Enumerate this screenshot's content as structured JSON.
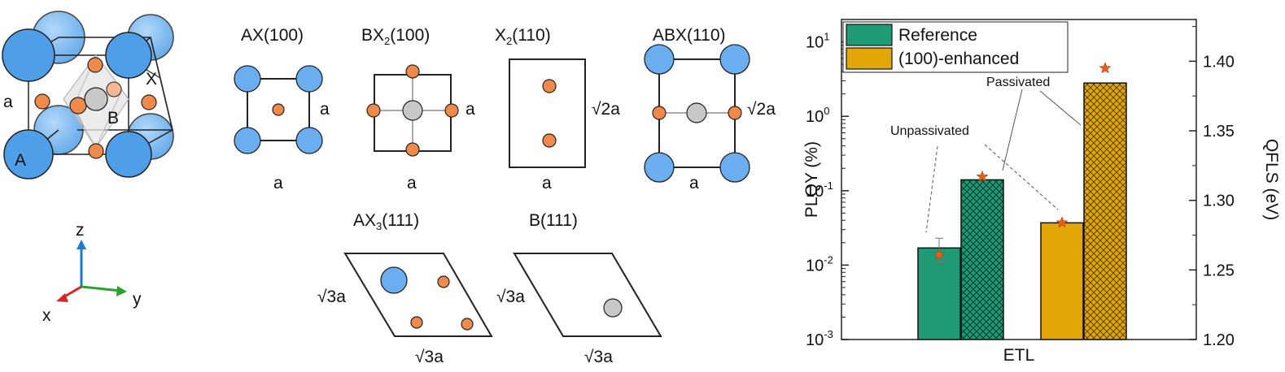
{
  "crystal": {
    "labels": {
      "a": "a",
      "x": "X",
      "b": "B",
      "A": "A"
    },
    "colors": {
      "A": "#6aaef0",
      "B": "#c8c8c8",
      "X": "#f08a4b",
      "stroke": "#222222"
    }
  },
  "axes_triad": {
    "z": "z",
    "y": "y",
    "x": "x",
    "zColor": "#1f77c8",
    "yColor": "#2ca02c",
    "xColor": "#d62728"
  },
  "facets": [
    {
      "base": "AX",
      "sub": "",
      "miller": "(100)",
      "bottom": "a",
      "side": "a"
    },
    {
      "base": "BX",
      "sub": "2",
      "miller": "(100)",
      "bottom": "a",
      "side": "a"
    },
    {
      "base": "X",
      "sub": "2",
      "miller": "(110)",
      "bottom": "a",
      "side": "√2a"
    },
    {
      "base": "ABX",
      "sub": "",
      "miller": "(110)",
      "bottom": "a",
      "side": "√2a"
    },
    {
      "base": "AX",
      "sub": "3",
      "miller": "(111)",
      "bottom": "√3a",
      "side": "√3a"
    },
    {
      "base": "B",
      "sub": "",
      "miller": "(111)",
      "bottom": "√3a",
      "side": "√3a"
    }
  ],
  "chart_data": {
    "type": "bar",
    "categories": [
      "ETL"
    ],
    "xlabel": "ETL",
    "ylabel": "PLQY (%)",
    "ylabel_right": "QFLS (eV)",
    "yscale": "log",
    "ylim": [
      0.001,
      20
    ],
    "y_ticks": [
      {
        "base": "10",
        "exp": "-3"
      },
      {
        "base": "10",
        "exp": "-2"
      },
      {
        "base": "10",
        "exp": "-1"
      },
      {
        "base": "10",
        "exp": "0"
      },
      {
        "base": "10",
        "exp": "1"
      }
    ],
    "y2lim": [
      1.2,
      1.43
    ],
    "y2_ticks": [
      "1.20",
      "1.25",
      "1.30",
      "1.35",
      "1.40"
    ],
    "legend_position": "top-left",
    "series": [
      {
        "name": "Reference",
        "color": "#1e9a74",
        "bars": [
          {
            "condition": "Unpassivated",
            "plqy": 0.017,
            "error": 0.006,
            "qfls": 1.261,
            "hatched": false
          },
          {
            "condition": "Passivated",
            "plqy": 0.14,
            "qfls": 1.317,
            "hatched": true
          }
        ]
      },
      {
        "name": "(100)-enhanced",
        "color": "#e3a70a",
        "bars": [
          {
            "condition": "Unpassivated",
            "plqy": 0.037,
            "qfls": 1.284,
            "hatched": false
          },
          {
            "condition": "Passivated",
            "plqy": 2.8,
            "qfls": 1.395,
            "hatched": true
          }
        ]
      }
    ],
    "annotations": [
      "Unpassivated",
      "Passivated"
    ],
    "star_color": "#e8601c"
  }
}
